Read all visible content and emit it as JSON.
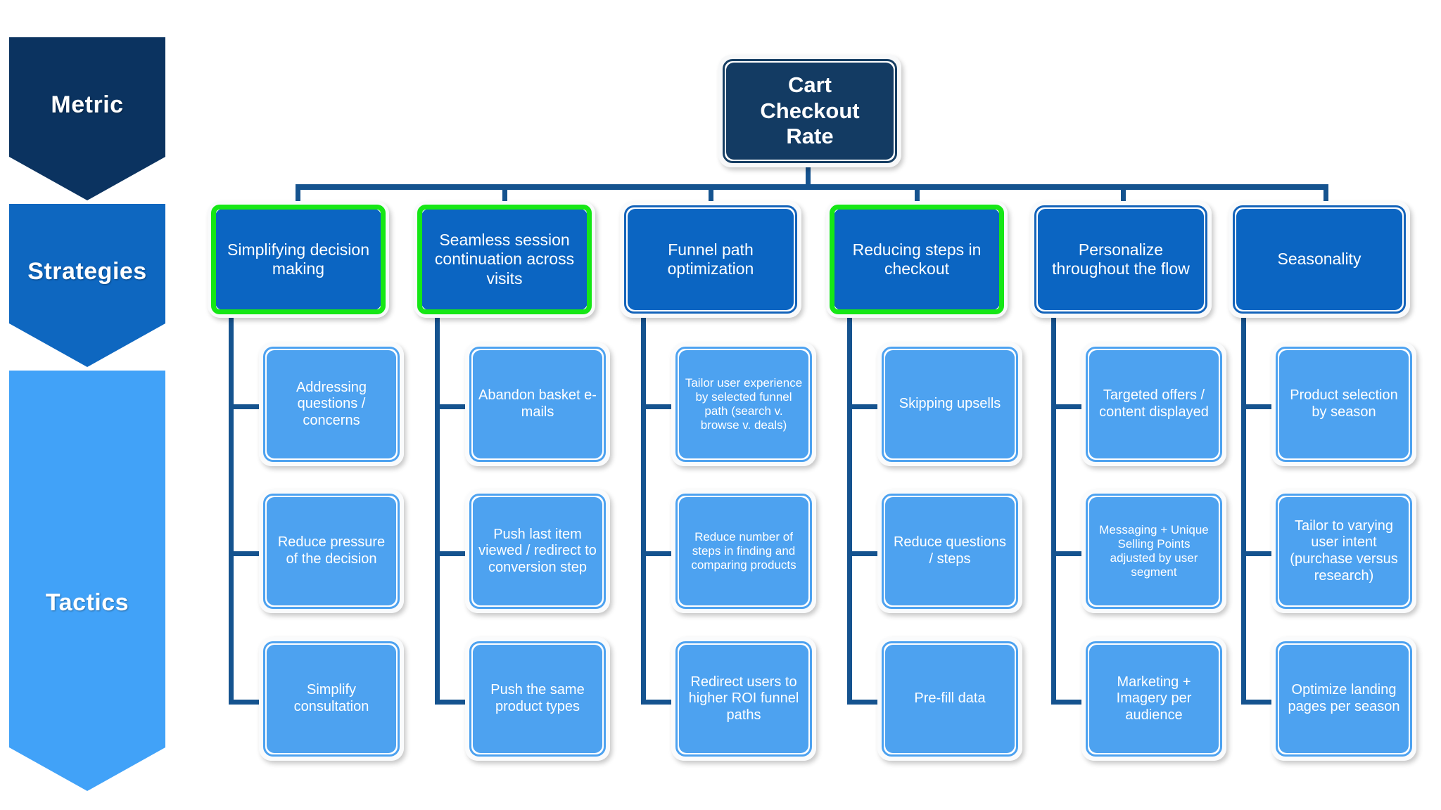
{
  "title": "Cart Checkout Rate strategy tree",
  "colors": {
    "metric": "#133b63",
    "strategy": "#0b65c2",
    "tactic": "#4da2f0",
    "highlight": "#15e715",
    "connector": "#15538f",
    "rail_metric": "#0b3360",
    "rail_strategies": "#0e67c0",
    "rail_tactics": "#41a2f8",
    "background": "#ffffff"
  },
  "rail": {
    "levels": [
      {
        "label": "Metric",
        "color": "#0b3360"
      },
      {
        "label": "Strategies",
        "color": "#0e67c0"
      },
      {
        "label": "Tactics",
        "color": "#41a2f8"
      }
    ]
  },
  "metric": {
    "label": "Cart\nCheckout\nRate",
    "line1": "Cart",
    "line2": "Checkout",
    "line3": "Rate"
  },
  "columns": [
    {
      "strategy": {
        "label": "Simplifying decision making",
        "highlighted": true
      },
      "tactics": [
        {
          "label": "Addressing questions / concerns"
        },
        {
          "label": "Reduce pressure of the decision"
        },
        {
          "label": "Simplify consultation"
        }
      ]
    },
    {
      "strategy": {
        "label": "Seamless session continuation across visits",
        "highlighted": true
      },
      "tactics": [
        {
          "label": "Abandon basket e-mails"
        },
        {
          "label": "Push last item viewed / redirect to conversion step"
        },
        {
          "label": "Push the same product types"
        }
      ]
    },
    {
      "strategy": {
        "label": "Funnel path optimization",
        "highlighted": false
      },
      "tactics": [
        {
          "label": "Tailor user experience by selected funnel path (search v. browse v. deals)",
          "small": true
        },
        {
          "label": "Reduce number of steps in finding and comparing products",
          "small": true
        },
        {
          "label": "Redirect users to higher ROI funnel paths"
        }
      ]
    },
    {
      "strategy": {
        "label": "Reducing steps in checkout",
        "highlighted": true
      },
      "tactics": [
        {
          "label": "Skipping upsells"
        },
        {
          "label": "Reduce questions / steps"
        },
        {
          "label": "Pre-fill data"
        }
      ]
    },
    {
      "strategy": {
        "label": "Personalize throughout the flow",
        "highlighted": false
      },
      "tactics": [
        {
          "label": "Targeted offers / content displayed"
        },
        {
          "label": "Messaging + Unique Selling Points adjusted by user segment",
          "small": true
        },
        {
          "label": "Marketing + Imagery per audience"
        }
      ]
    },
    {
      "strategy": {
        "label": "Seasonality",
        "highlighted": false
      },
      "tactics": [
        {
          "label": "Product selection by season"
        },
        {
          "label": "Tailor to varying user intent (purchase versus research)"
        },
        {
          "label": "Optimize landing pages per season"
        }
      ]
    }
  ]
}
